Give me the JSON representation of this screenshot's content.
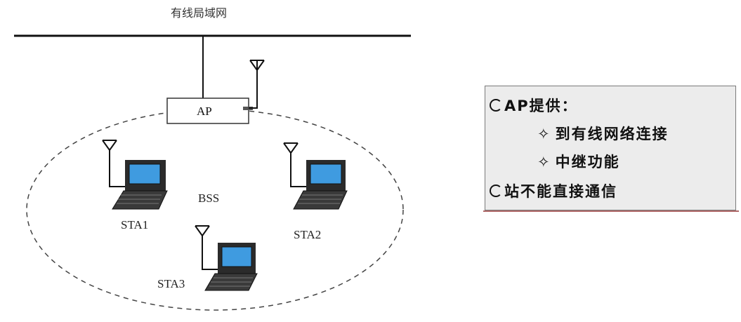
{
  "diagram": {
    "lan_label": "有线局域网",
    "ap_label": "AP",
    "bss_label": "BSS",
    "stations": [
      {
        "label": "STA1"
      },
      {
        "label": "STA2"
      },
      {
        "label": "STA3"
      }
    ],
    "colors": {
      "screen": "#3f9be0",
      "laptop": "#333333"
    }
  },
  "infobox": {
    "line1": "AP提供：",
    "line2": "到有线网络连接",
    "line3": "中继功能",
    "line4": "站不能直接通信"
  }
}
